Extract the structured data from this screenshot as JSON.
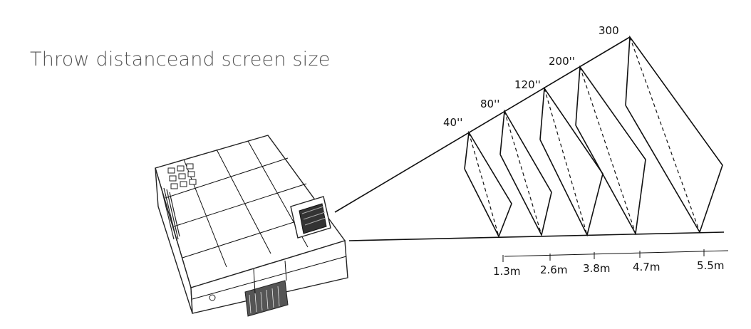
{
  "title": "Throw distanceand screen size",
  "screens": [
    {
      "size": "40''",
      "distance": "1.3m"
    },
    {
      "size": "80''",
      "distance": "2.6m"
    },
    {
      "size": "120''",
      "distance": "3.8m"
    },
    {
      "size": "200''",
      "distance": "4.7m"
    },
    {
      "size": "300",
      "distance": "5.5m"
    }
  ]
}
